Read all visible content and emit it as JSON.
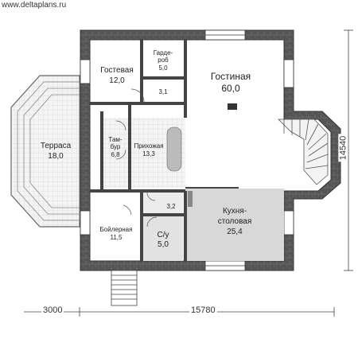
{
  "site": "www.deltaplans.ru",
  "watermark": "deltaplans.ru",
  "rooms": {
    "guest": {
      "name": "Гостевая",
      "area": "12,0"
    },
    "wardrobe": {
      "name1": "Гарде-",
      "name2": "роб",
      "area": "5,0"
    },
    "small_room": {
      "area": "3,1"
    },
    "living": {
      "name": "Гостиная",
      "area": "60,0"
    },
    "terrace": {
      "name": "Терраса",
      "area": "18,0"
    },
    "vestibule": {
      "name1": "Там-",
      "name2": "бур",
      "area": "6,8"
    },
    "hall": {
      "name": "Прихожая",
      "area": "13,3"
    },
    "boiler": {
      "name": "Бойлерная",
      "area": "11,5"
    },
    "wc": {
      "name": "С/у",
      "area": "5,0"
    },
    "corridor": {
      "area": "3,2"
    },
    "kitchen": {
      "name1": "Кухня-",
      "name2": "столовая",
      "area": "25,4"
    }
  },
  "dims": {
    "left": "3000",
    "width": "15780",
    "height": "14540"
  },
  "colors": {
    "wall": "#4a4a4a",
    "wet": "#d8d8d8",
    "tile": "#e6e6e6"
  }
}
